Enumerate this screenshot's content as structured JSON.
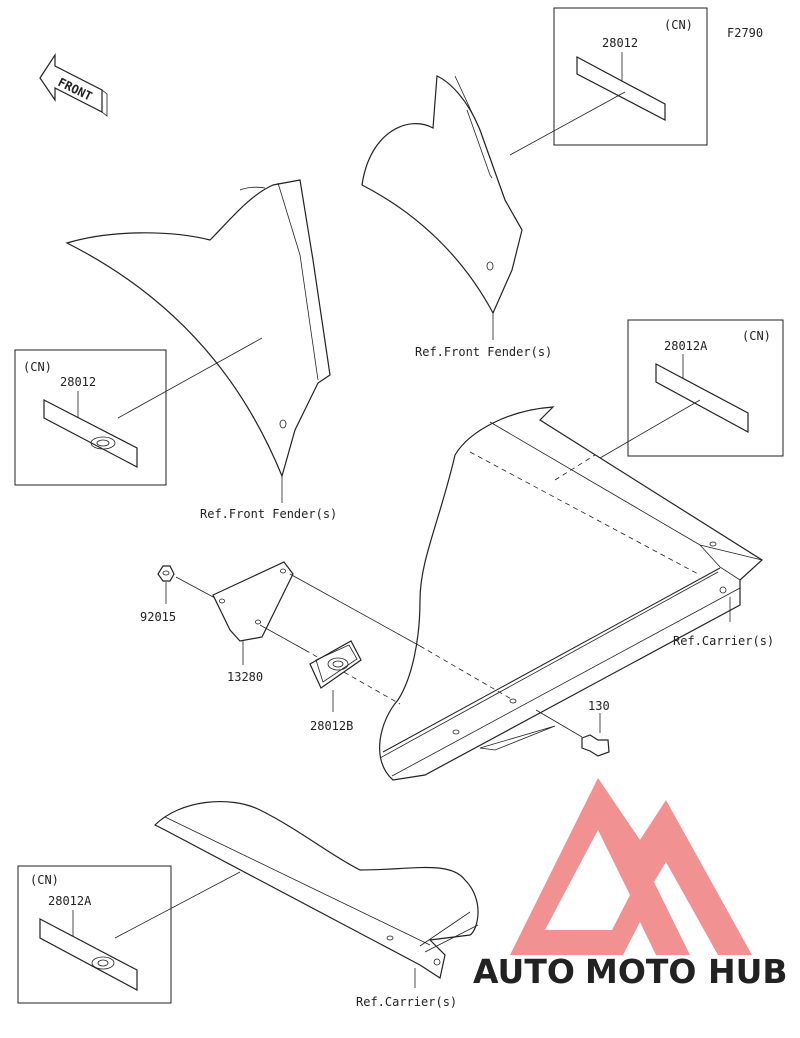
{
  "figure_code": "F2790",
  "front_label": "FRONT",
  "cn": "(CN)",
  "parts": {
    "label_28012": "28012",
    "label_28012A": "28012A",
    "label_28012B": "28012B",
    "plate_13280": "13280",
    "nut_92015": "92015",
    "bolt_130": "130"
  },
  "refs": {
    "front_fender": "Ref.Front Fender(s)",
    "carrier": "Ref.Carrier(s)"
  },
  "watermark": {
    "part1": "AUTO",
    "part2": "MOTO",
    "part3": "HUB",
    "color_light": "#f7c27a",
    "color_mid": "#f29a86",
    "color_dark": "#8e8e8e",
    "logo_color": "#f07e7e"
  }
}
